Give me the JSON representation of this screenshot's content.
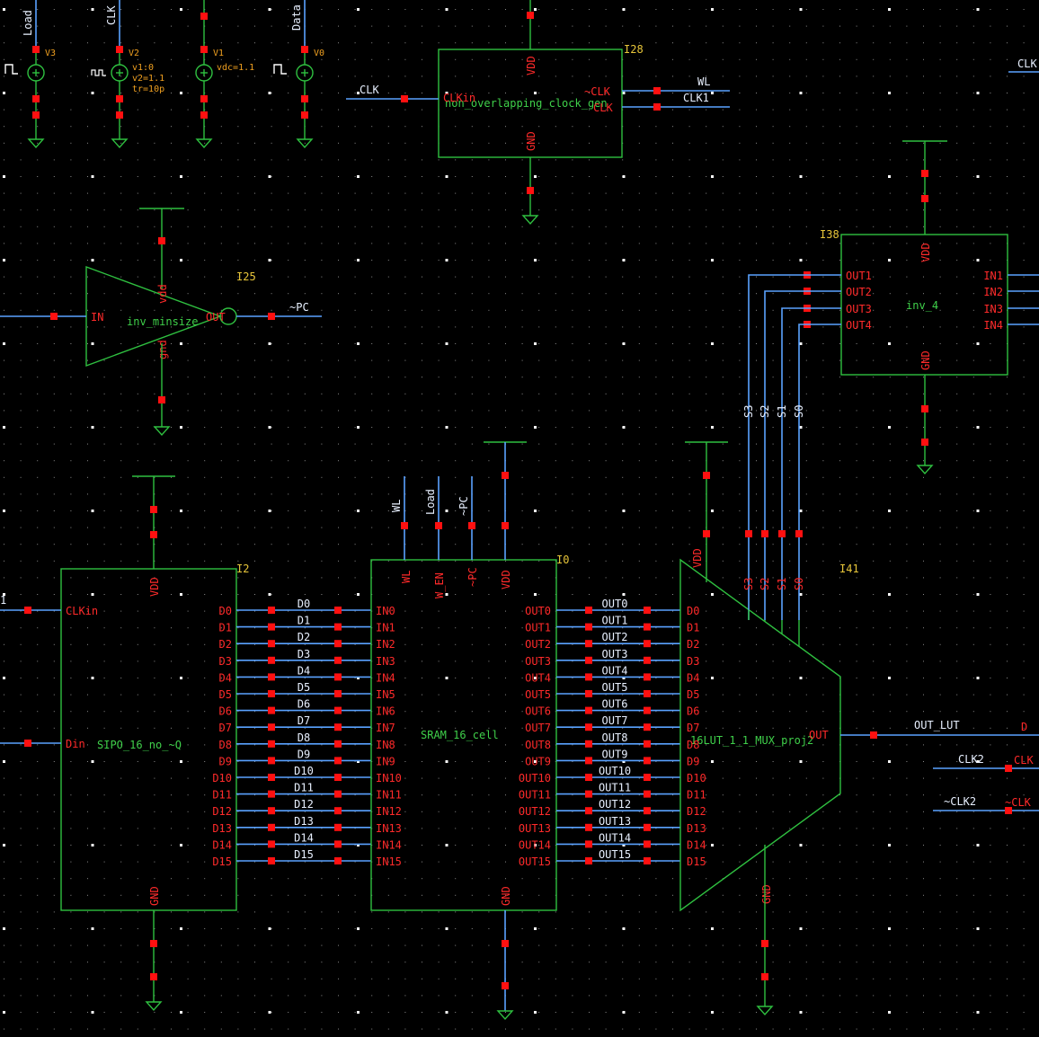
{
  "colors": {
    "background": "#000000",
    "grid_dot": "#c8c8c8",
    "symbol": "#2fc040",
    "wire": "#5aa2ff",
    "pin": "#ff1010",
    "net_label": "#e8f0ff",
    "pin_label": "#ff2a2a",
    "instance_label": "#e8c63a",
    "source_param": "#f0a020"
  },
  "sources": [
    {
      "net": "Load",
      "name": "V3",
      "params": []
    },
    {
      "net": "CLK",
      "name": "V2",
      "params": [
        "v1:0",
        "v2=1.1",
        "tr=10p"
      ]
    },
    {
      "net": "",
      "name": "V1",
      "params": [
        "vdc=1.1"
      ]
    },
    {
      "net": "Data",
      "name": "V0",
      "params": []
    }
  ],
  "clock_gen": {
    "instance": "I28",
    "cell": "non_overlapping_clock_gen",
    "pins": {
      "in": "CLKin",
      "vdd": "VDD",
      "gnd": "GND",
      "out1": "~CLK",
      "out2": "CLK"
    },
    "nets": {
      "in": "CLK",
      "out1": "WL",
      "out2": "CLK1"
    },
    "edge_net": "CLK"
  },
  "inverter": {
    "instance": "I25",
    "cell": "inv_minsize",
    "pins": {
      "in": "IN",
      "out": "OUT",
      "vdd": "vdd",
      "gnd": "gnd"
    },
    "out_net": "~PC"
  },
  "inv4": {
    "instance": "I38",
    "cell": "inv_4",
    "outs": [
      "OUT1",
      "OUT2",
      "OUT3",
      "OUT4"
    ],
    "ins": [
      "IN1",
      "IN2",
      "IN3",
      "IN4"
    ],
    "vdd": "VDD",
    "gnd": "GND",
    "nets": [
      "S3",
      "S2",
      "S1",
      "S0"
    ]
  },
  "sipo": {
    "instance": "I2",
    "cell": "SIPO_16_no_~Q",
    "pins": {
      "clk": "CLKin",
      "din": "Din",
      "vdd": "VDD",
      "gnd": "GND"
    },
    "outs": [
      "D0",
      "D1",
      "D2",
      "D3",
      "D4",
      "D5",
      "D6",
      "D7",
      "D8",
      "D9",
      "D10",
      "D11",
      "D12",
      "D13",
      "D14",
      "D15"
    ],
    "clk_net_partial": "1"
  },
  "bus_d": [
    "D0",
    "D1",
    "D2",
    "D3",
    "D4",
    "D5",
    "D6",
    "D7",
    "D8",
    "D9",
    "D10",
    "D11",
    "D12",
    "D13",
    "D14",
    "D15"
  ],
  "sram": {
    "instance": "I0",
    "cell": "SRAM_16_cell",
    "ins": [
      "IN0",
      "IN1",
      "IN2",
      "IN3",
      "IN4",
      "IN5",
      "IN6",
      "IN7",
      "IN8",
      "IN9",
      "IN10",
      "IN11",
      "IN12",
      "IN13",
      "IN14",
      "IN15"
    ],
    "outs": [
      "OUT0",
      "OUT1",
      "OUT2",
      "OUT3",
      "OUT4",
      "OUT5",
      "OUT6",
      "OUT7",
      "OUT8",
      "OUT9",
      "OUT10",
      "OUT11",
      "OUT12",
      "OUT13",
      "OUT14",
      "OUT15"
    ],
    "top_pins": [
      "WL",
      "W_EN",
      "~PC",
      "VDD"
    ],
    "top_nets": [
      "WL",
      "Load",
      "~PC"
    ],
    "gnd": "GND"
  },
  "bus_out": [
    "OUT0",
    "OUT1",
    "OUT2",
    "OUT3",
    "OUT4",
    "OUT5",
    "OUT6",
    "OUT7",
    "OUT8",
    "OUT9",
    "OUT10",
    "OUT11",
    "OUT12",
    "OUT13",
    "OUT14",
    "OUT15"
  ],
  "mux": {
    "instance": "I41",
    "cell": "16LUT_1_1_MUX_proj2",
    "ins": [
      "D0",
      "D1",
      "D2",
      "D3",
      "D4",
      "D5",
      "D6",
      "D7",
      "D8",
      "D9",
      "D10",
      "D11",
      "D12",
      "D13",
      "D14",
      "D15"
    ],
    "sels": [
      "S3",
      "S2",
      "S1",
      "S0"
    ],
    "vdd": "VDD",
    "gnd": "GND",
    "out": "OUT",
    "out_net": "OUT_LUT"
  },
  "right_edge": {
    "nets": [
      "CLK2",
      "~CLK2"
    ],
    "partial": [
      "D",
      "CLK",
      "~CLK"
    ]
  }
}
